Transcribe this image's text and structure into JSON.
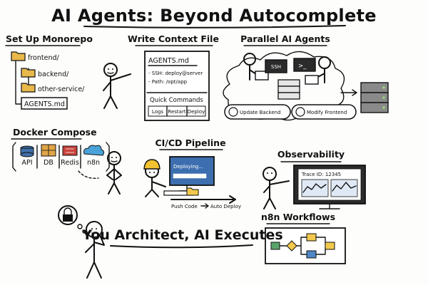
{
  "title": "AI Agents: Beyond Autocomplete",
  "monorepo": {
    "heading": "Set Up Monorepo",
    "items": [
      "frontend/",
      "backend/",
      "other-service/",
      "AGENTS.md"
    ]
  },
  "context_file": {
    "heading": "Write Context File",
    "file_title": "AGENTS.md",
    "lines": [
      "- SSH: deploy@server",
      "- Path: /opt/app"
    ],
    "commands_heading": "Quick Commands",
    "commands": [
      "Logs",
      "Restart",
      "Deploy"
    ]
  },
  "parallel": {
    "heading": "Parallel AI Agents",
    "screen_ssh": "SSH",
    "screen_prompt": ">_",
    "bubbles": [
      "Update Backend",
      "Modify Frontend"
    ]
  },
  "docker": {
    "heading": "Docker Compose",
    "services": [
      "API",
      "DB",
      "Redis",
      "n8n"
    ]
  },
  "cicd": {
    "heading": "CI/CD Pipeline",
    "screen_text": "Deploying...",
    "flow": [
      "Push Code",
      "Auto Deploy"
    ]
  },
  "observability": {
    "heading": "Observability",
    "trace": "Trace ID: 12345"
  },
  "n8n": {
    "heading": "n8n Workflows"
  },
  "tagline": "You Architect, AI Executes",
  "colors": {
    "ink": "#111111",
    "folder": "#e8b84a",
    "db_blue": "#3f6fa8",
    "db_orange": "#e0a548",
    "redis_red": "#c8423a",
    "n8n_blue": "#4aa3d8",
    "screen_dark": "#2b2b2b",
    "screen_blue": "#3d6fb0",
    "helmet": "#f2c230",
    "workflow_yellow": "#f2c94c",
    "workflow_green": "#5aa469",
    "workflow_blue": "#4f86c6"
  },
  "icons": [
    "folder-icon",
    "file-icon",
    "laptop-icon",
    "server-icon",
    "gear-icon",
    "lock-icon",
    "hard-hat-icon",
    "monitor-icon",
    "arrow-icon"
  ]
}
